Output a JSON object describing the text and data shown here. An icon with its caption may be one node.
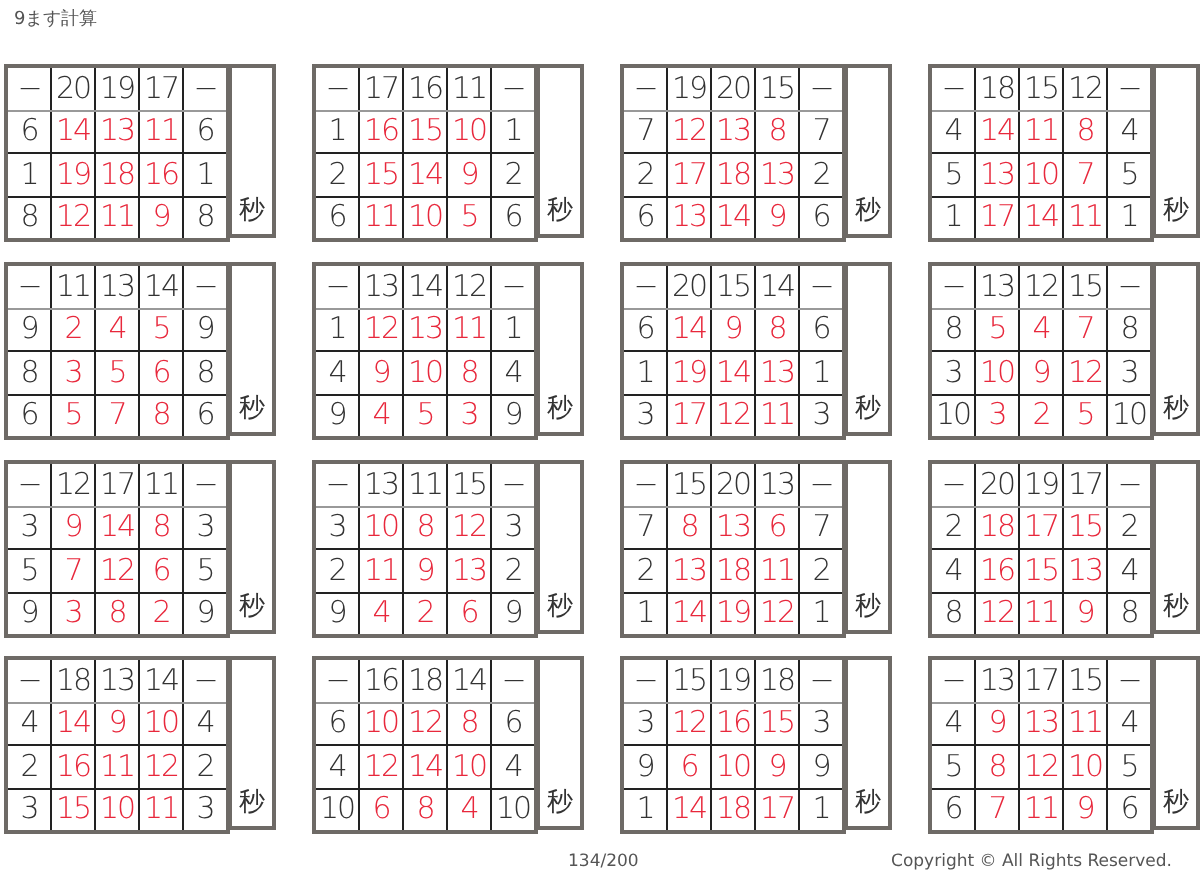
{
  "diagram": {
    "title": "9ます計算",
    "nodes": [
      {
        "text": [
          "秒"
        ]
      },
      {
        "text": [
          "秒"
        ]
      },
      {
        "text": [
          "秒"
        ]
      },
      {
        "text": [
          "秒"
        ]
      },
      {
        "text": [
          "秒"
        ]
      },
      {
        "text": [
          "秒"
        ]
      },
      {
        "text": [
          "秒"
        ]
      },
      {
        "text": [
          "秒"
        ]
      },
      {
        "text": [
          "秒"
        ]
      },
      {
        "text": [
          "秒"
        ]
      },
      {
        "text": [
          "秒"
        ]
      },
      {
        "text": [
          "秒"
        ]
      },
      {
        "text": [
          "秒"
        ]
      },
      {
        "text": [
          "秒"
        ]
      },
      {
        "text": [
          "秒"
        ]
      },
      {
        "text": [
          "秒"
        ]
      }
    ],
    "labels": [
      "−",
      "20",
      "19",
      "17",
      "−",
      "6",
      "14",
      "13",
      "11",
      "6",
      "1",
      "19",
      "18",
      "16",
      "1",
      "8",
      "12",
      "11",
      "9",
      "8",
      "−",
      "17",
      "16",
      "11",
      "−",
      "1",
      "16",
      "15",
      "10",
      "1",
      "2",
      "15",
      "14",
      "9",
      "2",
      "6",
      "11",
      "10",
      "5",
      "6",
      "−",
      "19",
      "20",
      "15",
      "−",
      "7",
      "12",
      "13",
      "8",
      "7",
      "2",
      "17",
      "18",
      "13",
      "2",
      "6",
      "13",
      "14",
      "9",
      "6",
      "−",
      "18",
      "15",
      "12",
      "−",
      "4",
      "14",
      "11",
      "8",
      "4",
      "5",
      "13",
      "10",
      "7",
      "5",
      "1",
      "17",
      "14",
      "11",
      "1",
      "−",
      "11",
      "13",
      "14",
      "−",
      "9",
      "2",
      "4",
      "5",
      "9",
      "8",
      "3",
      "5",
      "6",
      "8",
      "6",
      "5",
      "7",
      "8",
      "6",
      "−",
      "13",
      "14",
      "12",
      "−",
      "1",
      "12",
      "13",
      "11",
      "1",
      "4",
      "9",
      "10",
      "8",
      "4",
      "9",
      "4",
      "5",
      "3",
      "9",
      "−",
      "20",
      "15",
      "14",
      "−",
      "6",
      "14",
      "9",
      "8",
      "6",
      "1",
      "19",
      "14",
      "13",
      "1",
      "3",
      "17",
      "12",
      "11",
      "3",
      "−",
      "13",
      "12",
      "15",
      "−",
      "8",
      "5",
      "4",
      "7",
      "8",
      "3",
      "10",
      "9",
      "12",
      "3",
      "10",
      "3",
      "2",
      "5",
      "10",
      "−",
      "12",
      "17",
      "11",
      "−",
      "3",
      "9",
      "14",
      "8",
      "3",
      "5",
      "7",
      "12",
      "6",
      "5",
      "9",
      "3",
      "8",
      "2",
      "9",
      "−",
      "13",
      "11",
      "15",
      "−",
      "3",
      "10",
      "8",
      "12",
      "3",
      "2",
      "11",
      "9",
      "13",
      "2",
      "9",
      "4",
      "2",
      "6",
      "9",
      "−",
      "15",
      "20",
      "13",
      "−",
      "7",
      "8",
      "13",
      "6",
      "7",
      "2",
      "13",
      "18",
      "11",
      "2",
      "1",
      "14",
      "19",
      "12",
      "1",
      "−",
      "20",
      "19",
      "17",
      "−",
      "2",
      "18",
      "17",
      "15",
      "2",
      "4",
      "16",
      "15",
      "13",
      "4",
      "8",
      "12",
      "11",
      "9",
      "8",
      "−",
      "18",
      "13",
      "14",
      "−",
      "4",
      "14",
      "9",
      "10",
      "4",
      "2",
      "16",
      "11",
      "12",
      "2",
      "3",
      "15",
      "10",
      "11",
      "3",
      "−",
      "16",
      "18",
      "14",
      "−",
      "6",
      "10",
      "12",
      "8",
      "6",
      "4",
      "12",
      "14",
      "10",
      "4",
      "10",
      "6",
      "8",
      "4",
      "10",
      "−",
      "15",
      "19",
      "18",
      "−",
      "3",
      "12",
      "16",
      "15",
      "3",
      "9",
      "6",
      "10",
      "9",
      "9",
      "1",
      "14",
      "18",
      "17",
      "1",
      "−",
      "13",
      "17",
      "15",
      "−",
      "4",
      "9",
      "13",
      "11",
      "4",
      "5",
      "8",
      "12",
      "10",
      "5",
      "6",
      "7",
      "11",
      "9",
      "6",
      "134/200",
      "Copyright © All Rights Reserved."
    ]
  }
}
